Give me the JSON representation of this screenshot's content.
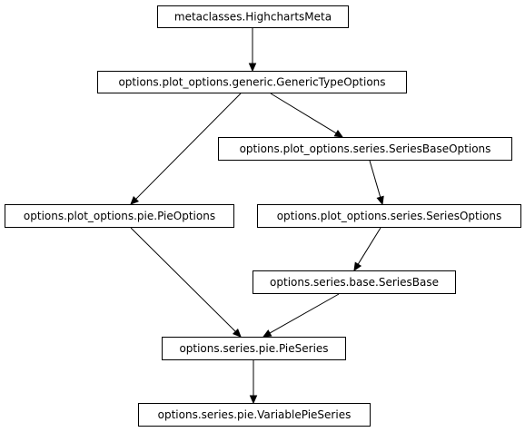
{
  "diagram": {
    "type": "inheritance-graph",
    "colors": {
      "background": "#ffffff",
      "stroke": "#000000",
      "text": "#000000"
    },
    "nodes": [
      {
        "id": "n0",
        "label": "metaclasses.HighchartsMeta"
      },
      {
        "id": "n1",
        "label": "options.plot_options.generic.GenericTypeOptions"
      },
      {
        "id": "n2",
        "label": "options.plot_options.series.SeriesBaseOptions"
      },
      {
        "id": "n3",
        "label": "options.plot_options.pie.PieOptions"
      },
      {
        "id": "n4",
        "label": "options.plot_options.series.SeriesOptions"
      },
      {
        "id": "n5",
        "label": "options.series.base.SeriesBase"
      },
      {
        "id": "n6",
        "label": "options.series.pie.PieSeries"
      },
      {
        "id": "n7",
        "label": "options.series.pie.VariablePieSeries"
      }
    ],
    "edges": [
      {
        "from": "n0",
        "to": "n1"
      },
      {
        "from": "n1",
        "to": "n3"
      },
      {
        "from": "n1",
        "to": "n2"
      },
      {
        "from": "n2",
        "to": "n4"
      },
      {
        "from": "n4",
        "to": "n5"
      },
      {
        "from": "n3",
        "to": "n6"
      },
      {
        "from": "n5",
        "to": "n6"
      },
      {
        "from": "n6",
        "to": "n7"
      }
    ]
  }
}
